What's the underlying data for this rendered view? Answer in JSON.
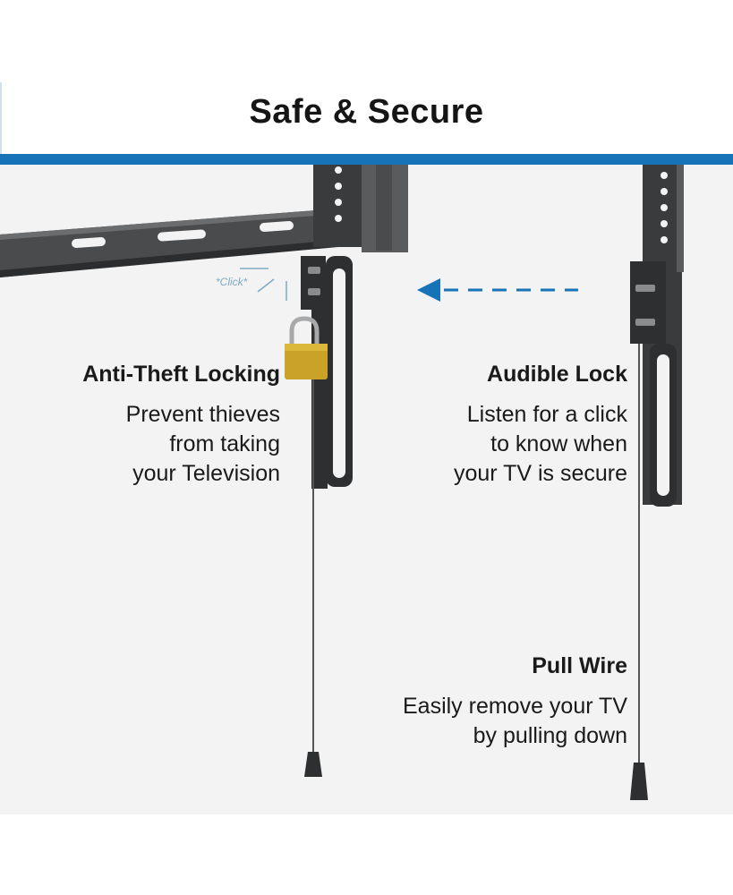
{
  "title": "Safe & Secure",
  "click_label": "*Click*",
  "features": {
    "anti_theft": {
      "title": "Anti-Theft Locking",
      "lines": [
        "Prevent thieves",
        "from taking",
        "your Television"
      ]
    },
    "audible": {
      "title": "Audible Lock",
      "lines": [
        "Listen for a click",
        "to know when",
        "your TV is secure"
      ]
    },
    "pull_wire": {
      "title": "Pull Wire",
      "lines": [
        "Easily remove your TV",
        "by pulling down"
      ]
    }
  },
  "colors": {
    "accent_blue": "#1673b8",
    "background": "#f3f3f3",
    "bracket": "#3a3b3d",
    "padlock": "#c9a227"
  },
  "icons": [
    "arrow-left-icon",
    "padlock-icon"
  ]
}
